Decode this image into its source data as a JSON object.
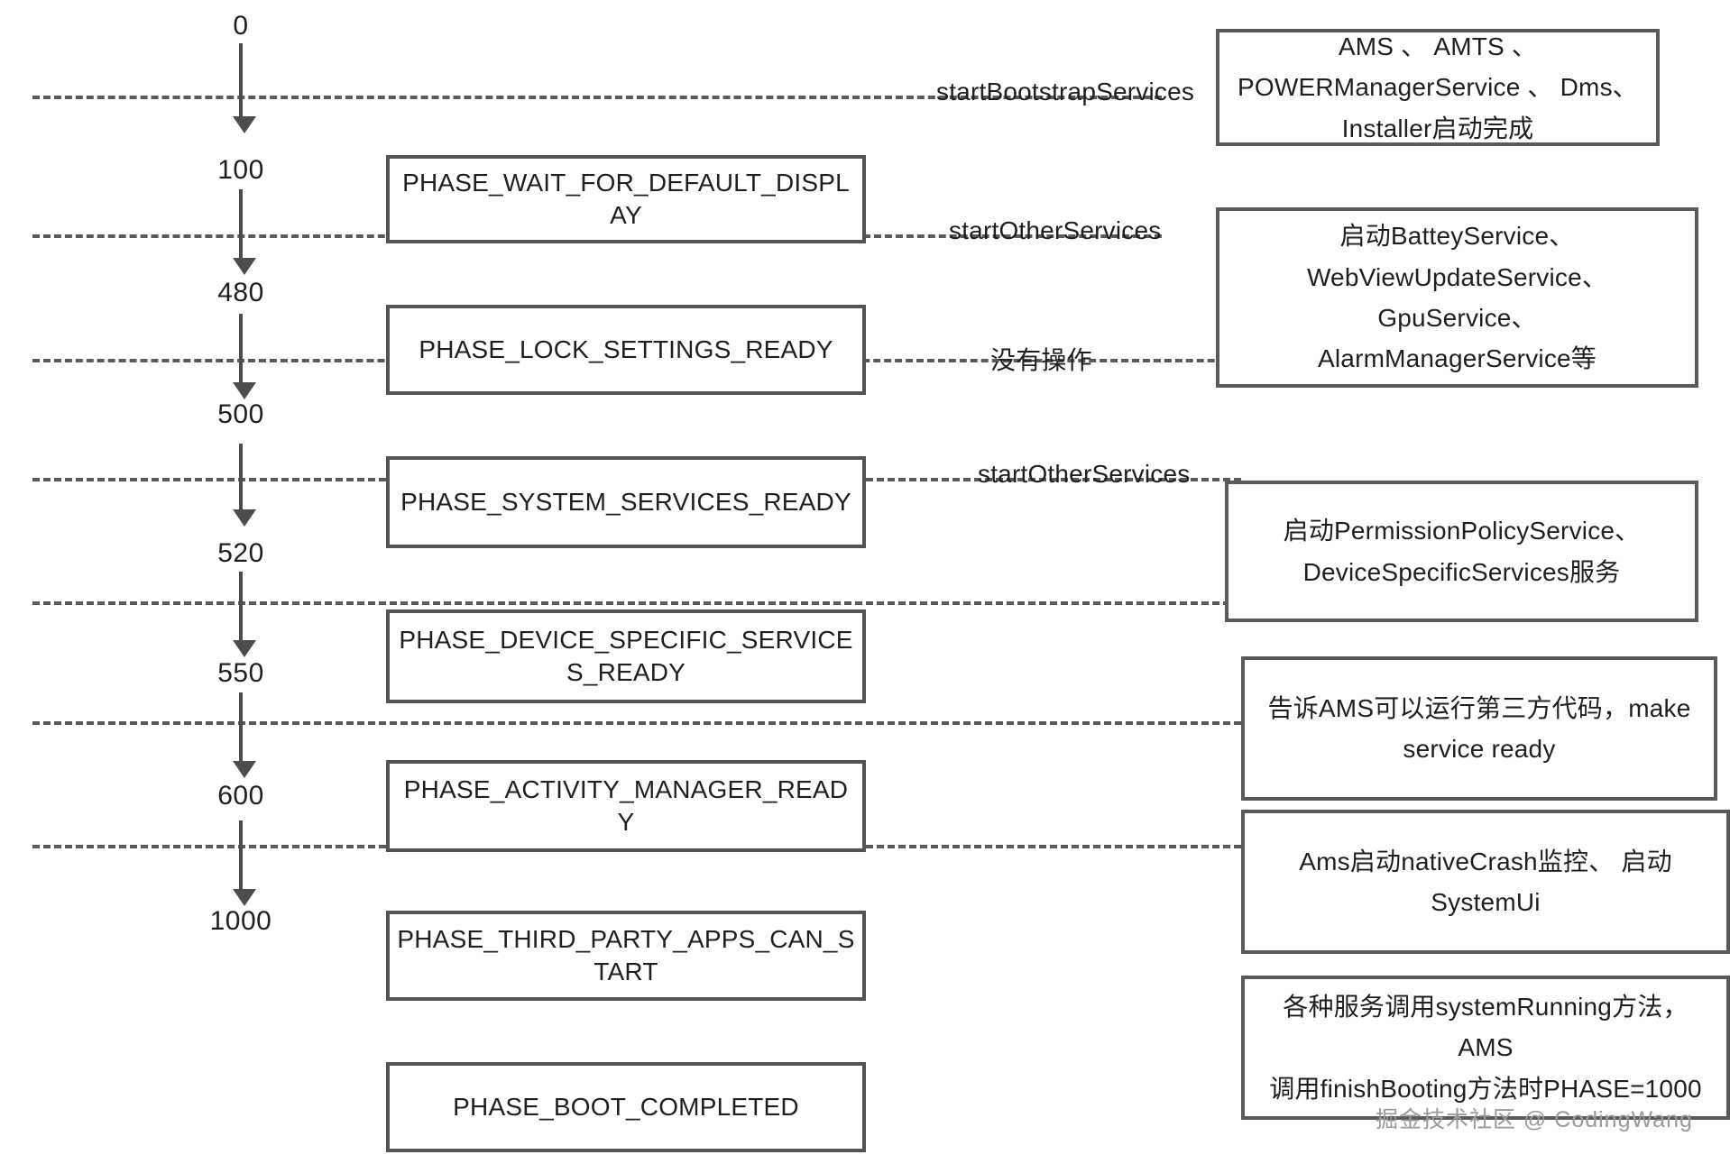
{
  "diagram": {
    "title": "Android SystemServer Boot Phase Timeline",
    "colors": {
      "stroke": "#545454",
      "dash": "#5a5a5a",
      "text": "#1f1f1f",
      "watermark": "#9a9a9a",
      "background": "#ffffff"
    }
  },
  "timeline": {
    "ticks": [
      {
        "value": "0"
      },
      {
        "value": "100"
      },
      {
        "value": "480"
      },
      {
        "value": "500"
      },
      {
        "value": "520"
      },
      {
        "value": "550"
      },
      {
        "value": "600"
      },
      {
        "value": "1000"
      }
    ]
  },
  "phases": [
    {
      "label": "PHASE_WAIT_FOR_DEFAULT_DISPLAY"
    },
    {
      "label": "PHASE_LOCK_SETTINGS_READY"
    },
    {
      "label": "PHASE_SYSTEM_SERVICES_READY"
    },
    {
      "label": "PHASE_DEVICE_SPECIFIC_SERVICES_READY"
    },
    {
      "label": "PHASE_ACTIVITY_MANAGER_READY"
    },
    {
      "label": "PHASE_THIRD_PARTY_APPS_CAN_START"
    },
    {
      "label": "PHASE_BOOT_COMPLETED"
    }
  ],
  "line_labels": [
    {
      "label": "startBootstrapServices"
    },
    {
      "label": "startOtherServices"
    },
    {
      "label": "没有操作"
    },
    {
      "label": "startOtherServices"
    }
  ],
  "notes": [
    {
      "lines": [
        "AMS 、 AMTS 、",
        "POWERManagerService 、 Dms、",
        "Installer启动完成"
      ]
    },
    {
      "lines": [
        "启动BatteyService、",
        "WebViewUpdateService、 GpuService、",
        "AlarmManagerService等"
      ]
    },
    {
      "lines": [
        "启动PermissionPolicyService、",
        "DeviceSpecificServices服务"
      ]
    },
    {
      "lines": [
        "告诉AMS可以运行第三方代码，make",
        "service ready"
      ]
    },
    {
      "lines": [
        "Ams启动nativeCrash监控、 启动SystemUi"
      ]
    },
    {
      "lines": [
        "各种服务调用systemRunning方法，AMS",
        "调用finishBooting方法时PHASE=1000"
      ]
    }
  ],
  "watermark": {
    "text": "掘金技术社区 @ CodingWang"
  }
}
